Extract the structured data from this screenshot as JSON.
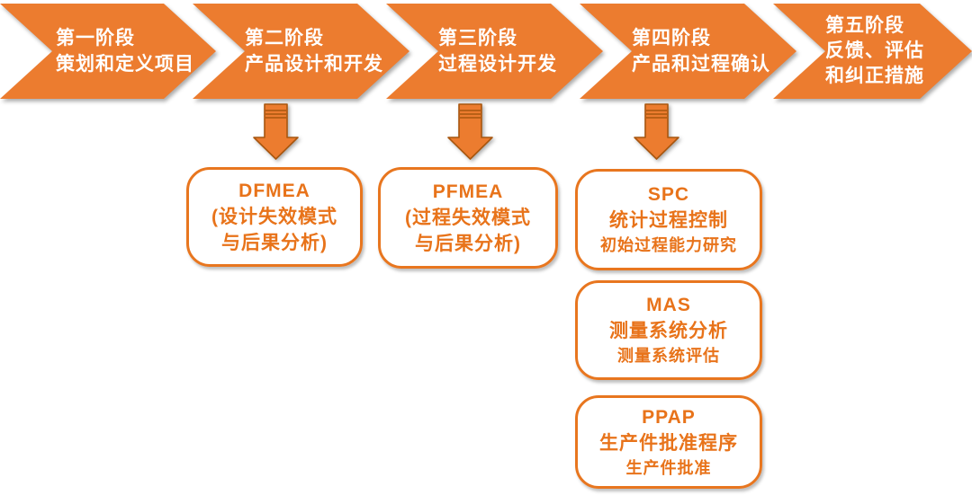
{
  "diagram": {
    "subject": "APQP five-phase quality planning flow",
    "colors": {
      "chevron_fill": "#EC7C2F",
      "chevron_text": "#FFFFFF",
      "box_border": "#E8761F",
      "box_text": "#E8731A",
      "arrow_fill": "#EC7C2F",
      "arrow_outline": "#A8560F",
      "background": "#FFFFFF"
    }
  },
  "phases": [
    {
      "id": "phase-1",
      "lines": [
        "第一阶段",
        "策划和定义项目"
      ]
    },
    {
      "id": "phase-2",
      "lines": [
        "第二阶段",
        "产品设计和开发"
      ]
    },
    {
      "id": "phase-3",
      "lines": [
        "第三阶段",
        "过程设计开发"
      ]
    },
    {
      "id": "phase-4",
      "lines": [
        "第四阶段",
        "产品和过程确认"
      ]
    },
    {
      "id": "phase-5",
      "lines": [
        "第五阶段",
        "反馈、评估",
        "和纠正措施"
      ]
    }
  ],
  "boxes": [
    {
      "id": "dfmea",
      "acronym": "DFMEA",
      "lines": [
        "(设计失效模式",
        "与后果分析)"
      ]
    },
    {
      "id": "pfmea",
      "acronym": "PFMEA",
      "lines": [
        "(过程失效模式",
        "与后果分析)"
      ]
    },
    {
      "id": "spc",
      "acronym": "SPC",
      "lines": [
        "统计过程控制",
        "初始过程能力研究"
      ]
    },
    {
      "id": "mas",
      "acronym": "MAS",
      "lines": [
        "测量系统分析",
        "测量系统评估"
      ]
    },
    {
      "id": "ppap",
      "acronym": "PPAP",
      "lines": [
        "生产件批准程序",
        "生产件批准"
      ]
    }
  ]
}
